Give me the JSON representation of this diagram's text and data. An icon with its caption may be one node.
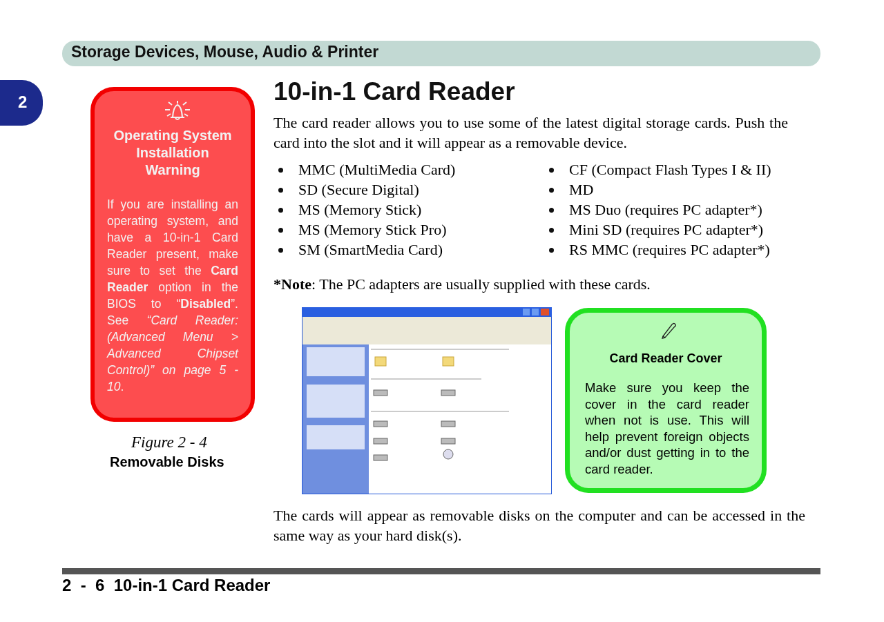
{
  "diagram": {
    "title": "10-in-1 Card Reader",
    "nodes": [
      {
        "text": [
          "Operating System Installation Warning",
          "If you are installing an operating system, and have a 10-in-1 Card Reader present, make sure to set the **Card Reader** option in the BIOS to “**Disabled**”. See *“Card Reader: (Advanced Menu > Advanced Chipset Control)” on page 5 - 10*."
        ]
      },
      {
        "text": [
          "Card Reader Cover",
          "Make sure you keep the cover in the card reader when not is use. This will help prevent foreign objects and/or dust getting in to the card reader."
        ]
      }
    ],
    "labels": [
      "Storage Devices, Mouse, Audio & Printer",
      "2",
      "The card reader allows you to use some of the latest digital storage cards. Push the card into the slot and it will appear as a removable device.",
      "MMC (MultiMedia Card)",
      "CF (Compact Flash Types I & II)",
      "SD (Secure Digital)",
      "MD",
      "MS (Memory Stick)",
      "MS Duo (requires PC adapter*)",
      "MS (Memory Stick Pro)",
      "Mini SD (requires PC adapter*)",
      "SM (SmartMedia Card)",
      "RS MMC (requires PC adapter*)",
      "***Note**: The PC adapters are usually supplied with these cards.",
      "Figure 2 - 4",
      "Removable Disks",
      "The cards will appear as removable disks on the computer and can be accessed in the same way as your hard disk(s).",
      "2  -  6  10-in-1 Card Reader"
    ]
  }
}
